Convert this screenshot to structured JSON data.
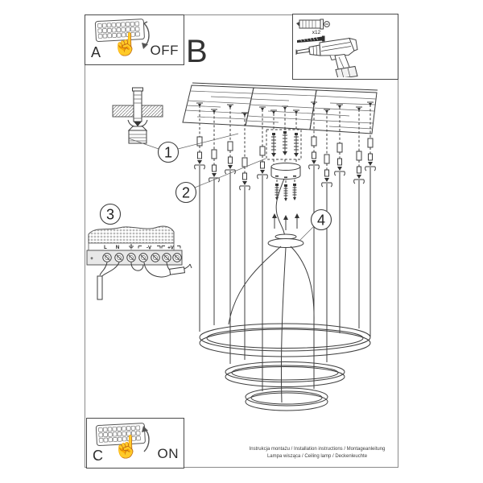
{
  "ink": "#3d3d3d",
  "section_label": "B",
  "panel_a": {
    "label": "A",
    "action": "OFF"
  },
  "panel_c": {
    "label": "C",
    "action": "ON"
  },
  "tools": {
    "dowel_qty": "x12"
  },
  "callouts": [
    "1",
    "2",
    "3",
    "4"
  ],
  "driver": {
    "plus": "+",
    "l": "L",
    "n": "N",
    "minus_v": "-V",
    "plus_v": "+V"
  },
  "icons": {
    "hand": "☝"
  },
  "footer": {
    "line1": "Instrukcja montażu / Installation instructions / Montageanleitung",
    "line2": "Lampa wisząca / Ceiling lamp / Deckenleuchte"
  }
}
